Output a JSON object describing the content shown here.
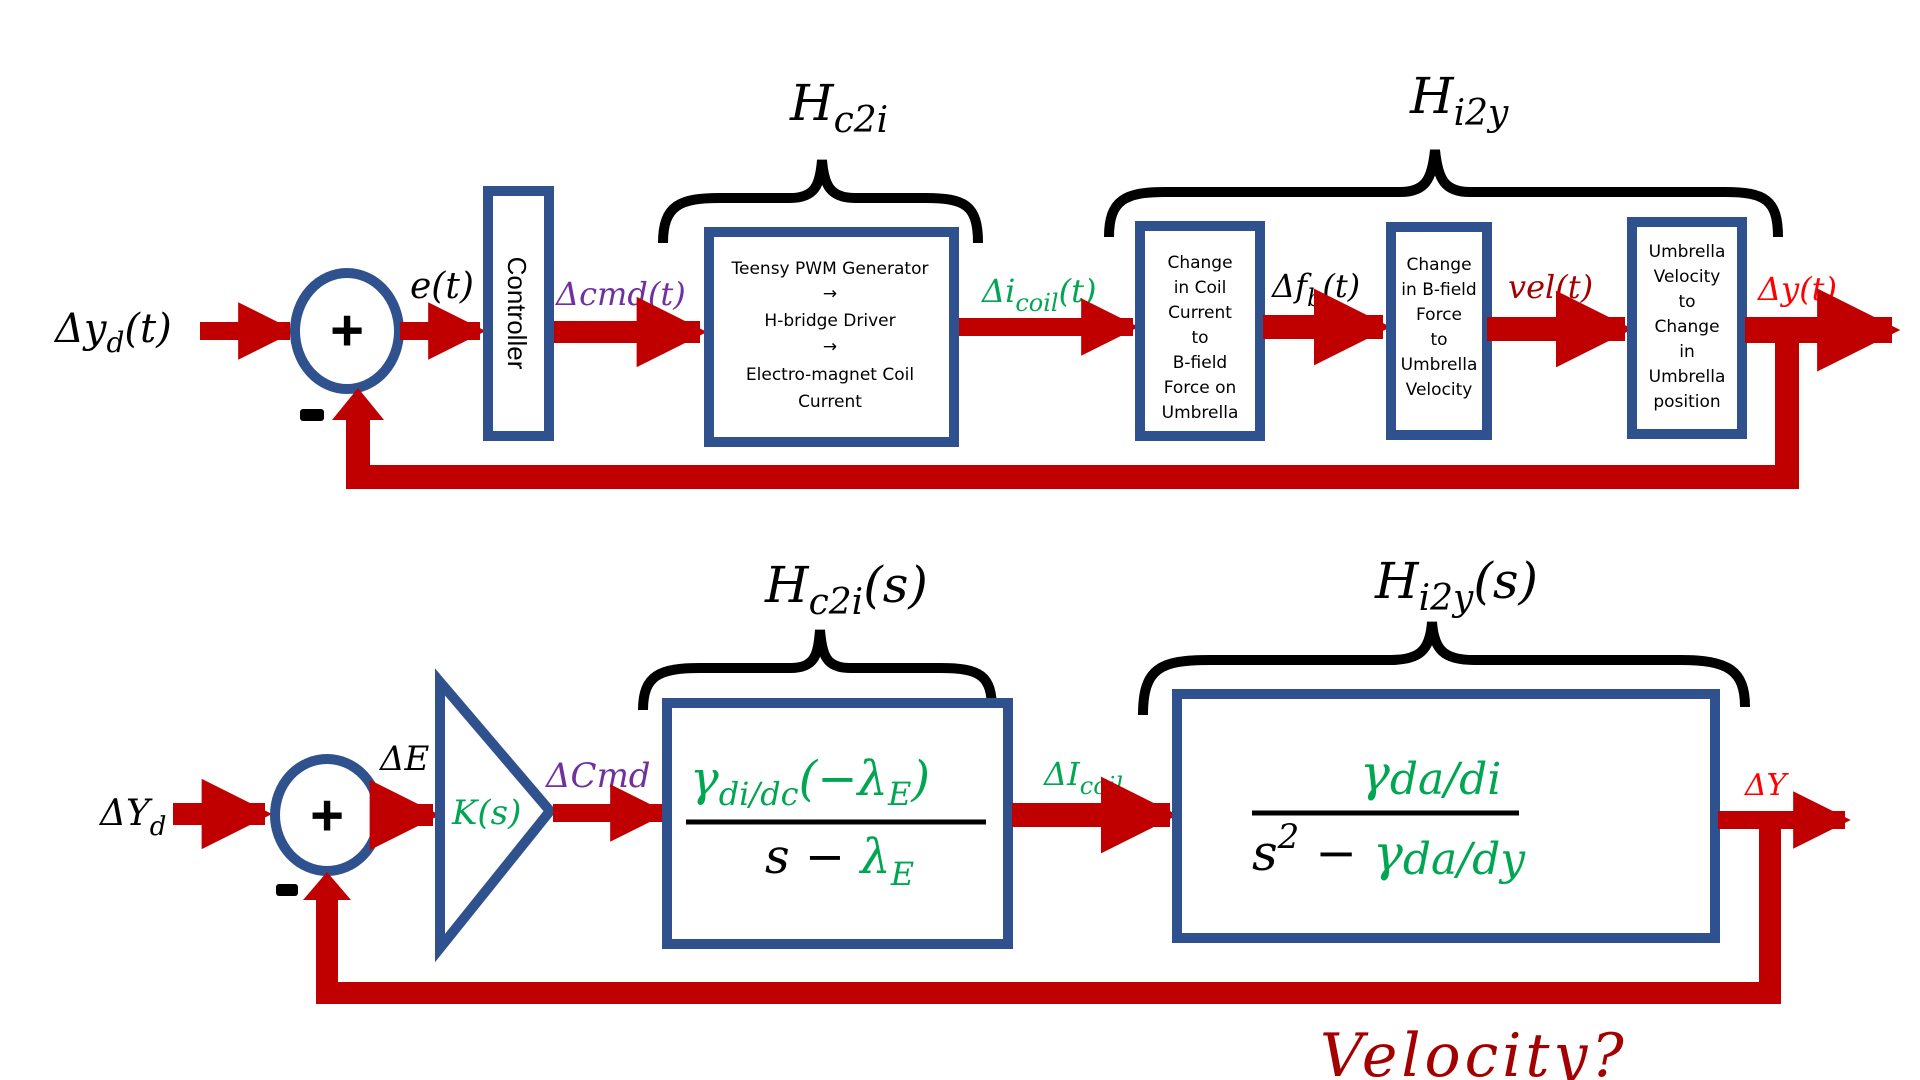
{
  "colors": {
    "block_border": "#2f528f",
    "signal": "#c00000",
    "brace": "#000000",
    "green_math": "#00a651",
    "purple_math": "#7030a0",
    "dark_red_math": "#a50000",
    "red_label": "#ff0000"
  },
  "time_domain": {
    "input_label": "Δy_d(t)",
    "input": {
      "base": "Δy",
      "sub": "d",
      "tail": "(t)"
    },
    "summer": {
      "plus": "+",
      "minus": "-"
    },
    "error_label": "e(t)",
    "controller_label": "Controller",
    "cmd_label": "Δcmd(t)",
    "brace_c2i": {
      "base": "H",
      "sub": "c2i"
    },
    "teensy_block": {
      "lines": [
        "Teensy PWM Generator",
        "→",
        "H-bridge Driver",
        "→",
        "Electro-magnet Coil",
        "Current"
      ]
    },
    "icoil_label": {
      "base": "Δi",
      "sub": "coil",
      "tail": "(t)"
    },
    "brace_i2y": {
      "base": "H",
      "sub": "i2y"
    },
    "coil_to_force_block": {
      "lines": [
        "Change",
        "in Coil",
        "Current",
        "to",
        "B-field",
        "Force on",
        "Umbrella"
      ]
    },
    "fb_label": {
      "base": "Δf",
      "sub": "b",
      "tail": "(t)"
    },
    "force_to_velocity_block": {
      "lines": [
        "Change",
        "in B-field",
        "Force",
        "to",
        "Umbrella",
        "Velocity"
      ]
    },
    "vel_label": "vel(t)",
    "velocity_to_position_block": {
      "lines": [
        "Umbrella",
        "Velocity",
        "to",
        "Change",
        "in",
        "Umbrella",
        "position"
      ]
    },
    "output_label": "Δy(t)"
  },
  "s_domain": {
    "input": {
      "base": "ΔY",
      "sub": "d"
    },
    "summer": {
      "plus": "+",
      "minus": "-"
    },
    "error_label": "ΔE",
    "gain_label": "K(s)",
    "cmd_label": "ΔCmd",
    "brace_c2i": {
      "base": "H",
      "sub": "c2i",
      "tail": "(s)"
    },
    "c2i_tf": {
      "num_gamma": "γ",
      "num_gamma_sub": "di/dc",
      "num_tail_open": "(−λ",
      "num_tail_sub": "E",
      "num_tail_close": ")",
      "den_s": "s − ",
      "den_lambda": "λ",
      "den_lambda_sub": "E"
    },
    "icoil_label": {
      "base": "ΔI",
      "sub": "coil"
    },
    "brace_i2y": {
      "base": "H",
      "sub": "i2y",
      "tail": "(s)"
    },
    "i2y_tf": {
      "num_gamma": "γ",
      "num_gamma_sub": "da/di",
      "den_s": "s",
      "den_exp": "2",
      "den_minus": " − ",
      "den_gamma": "γ",
      "den_gamma_sub": "da/dy"
    },
    "output_label": "ΔY",
    "annotation": "Velocity?"
  }
}
